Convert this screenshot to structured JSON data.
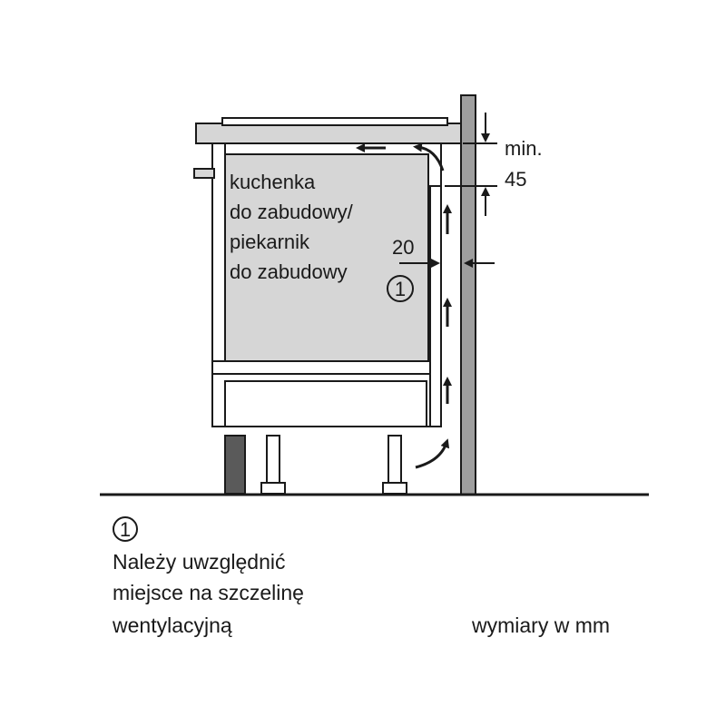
{
  "diagram": {
    "appliance_label": [
      "kuchenka",
      "do zabudowy/",
      "piekarnik",
      "do zabudowy"
    ],
    "dim_gap_prefix": "min.",
    "dim_gap_value": "45",
    "dim_back_value": "20",
    "callout_marker": "1"
  },
  "legend": {
    "marker": "1",
    "note_lines": [
      "Należy uwzględnić",
      "miejsce na szczelinę",
      "wentylacyjną"
    ],
    "units_note": "wymiary w mm"
  },
  "colors": {
    "cabinet_fill": "#d6d6d6",
    "wall_fill": "#9e9e9e",
    "plinth_fill": "#5a5a5a",
    "line": "#1a1a1a"
  }
}
